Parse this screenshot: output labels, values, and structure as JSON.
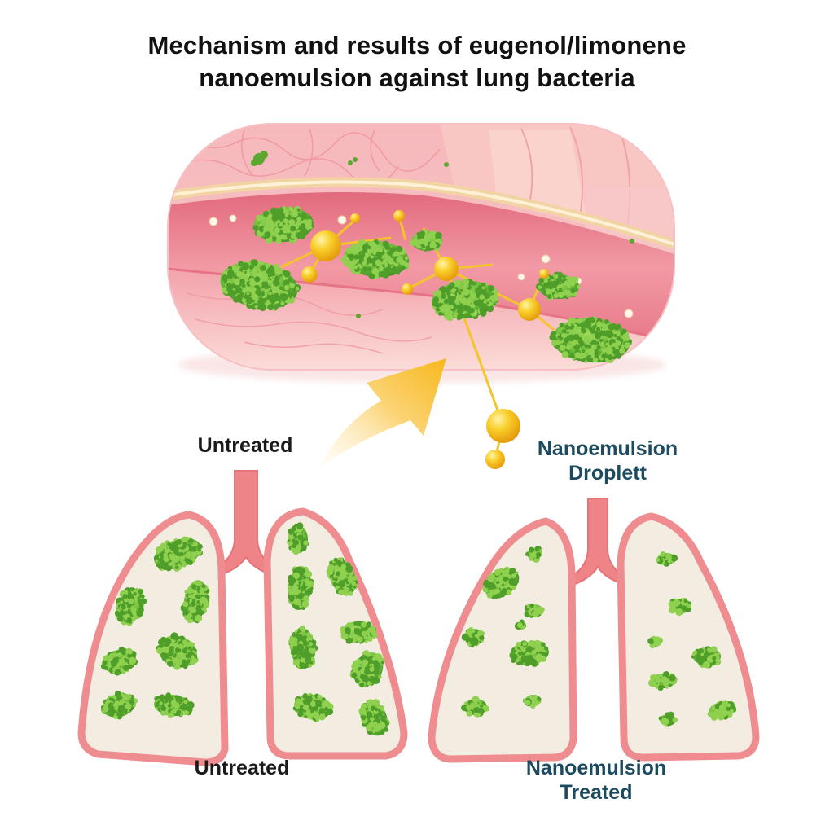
{
  "title": {
    "line1": "Mechanism and results of eugenol/limonene",
    "line2": "nanoemulsion against lung bacteria"
  },
  "labels": {
    "untreated_top": "Untreated",
    "droplet_line1": "Nanoemulsion",
    "droplet_line2": "Droplett",
    "untreated_bottom": "Untreated",
    "treated_line1": "Nanoemulsion",
    "treated_line2": "Treated"
  },
  "colors": {
    "tissue": "#f4a9ae",
    "tissue_dark": "#d9536a",
    "bacteria": "#6cbd3a",
    "bacteria_dark": "#3f8e21",
    "droplet": "#f7c21a",
    "arrow": "#f8c43a",
    "lung_fill": "#f3ece1",
    "lung_outline": "#ee8c90",
    "trachea": "#ef8488",
    "teal_label": "#1c4a5e"
  },
  "icons": [
    "bacteria-cluster-icon",
    "nanoemulsion-droplet-icon",
    "arrow-icon",
    "lung-icon"
  ]
}
